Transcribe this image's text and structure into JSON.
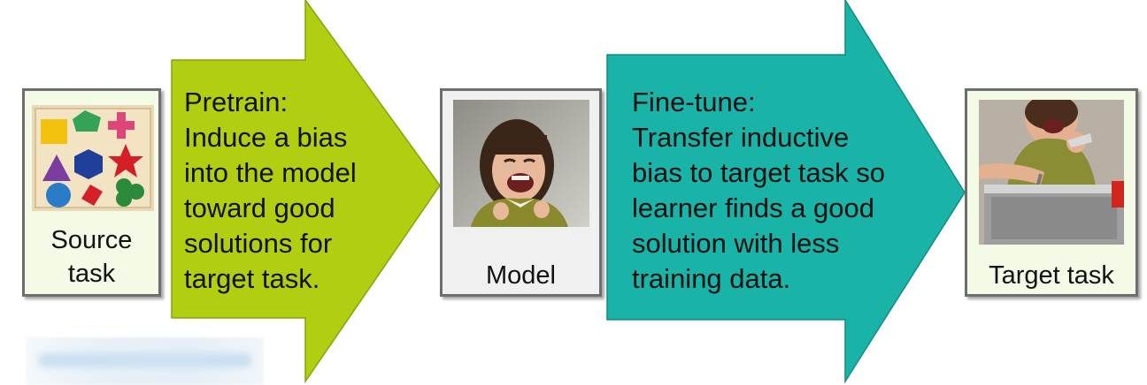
{
  "arrows": {
    "pretrain": {
      "color": "#b1ce10",
      "lines": [
        "Pretrain:",
        "Induce a bias",
        "into the model",
        "toward good",
        "solutions for",
        "target task."
      ]
    },
    "finetune": {
      "color": "#19b3a8",
      "lines": [
        "Fine-tune:",
        "Transfer inductive",
        "bias to target task so",
        "learner finds a good",
        "solution with less",
        "training data."
      ]
    }
  },
  "cards": {
    "source": {
      "lines": [
        "Source",
        "task"
      ],
      "background": "#f3fae6",
      "image": "shape-sorter-puzzle"
    },
    "model": {
      "lines": [
        "Model"
      ],
      "background": "#f0f0f0",
      "image": "laughing-child-photo"
    },
    "target": {
      "lines": [
        "Target task"
      ],
      "background": "#f3fae6",
      "image": "child-cooking-photo"
    }
  }
}
